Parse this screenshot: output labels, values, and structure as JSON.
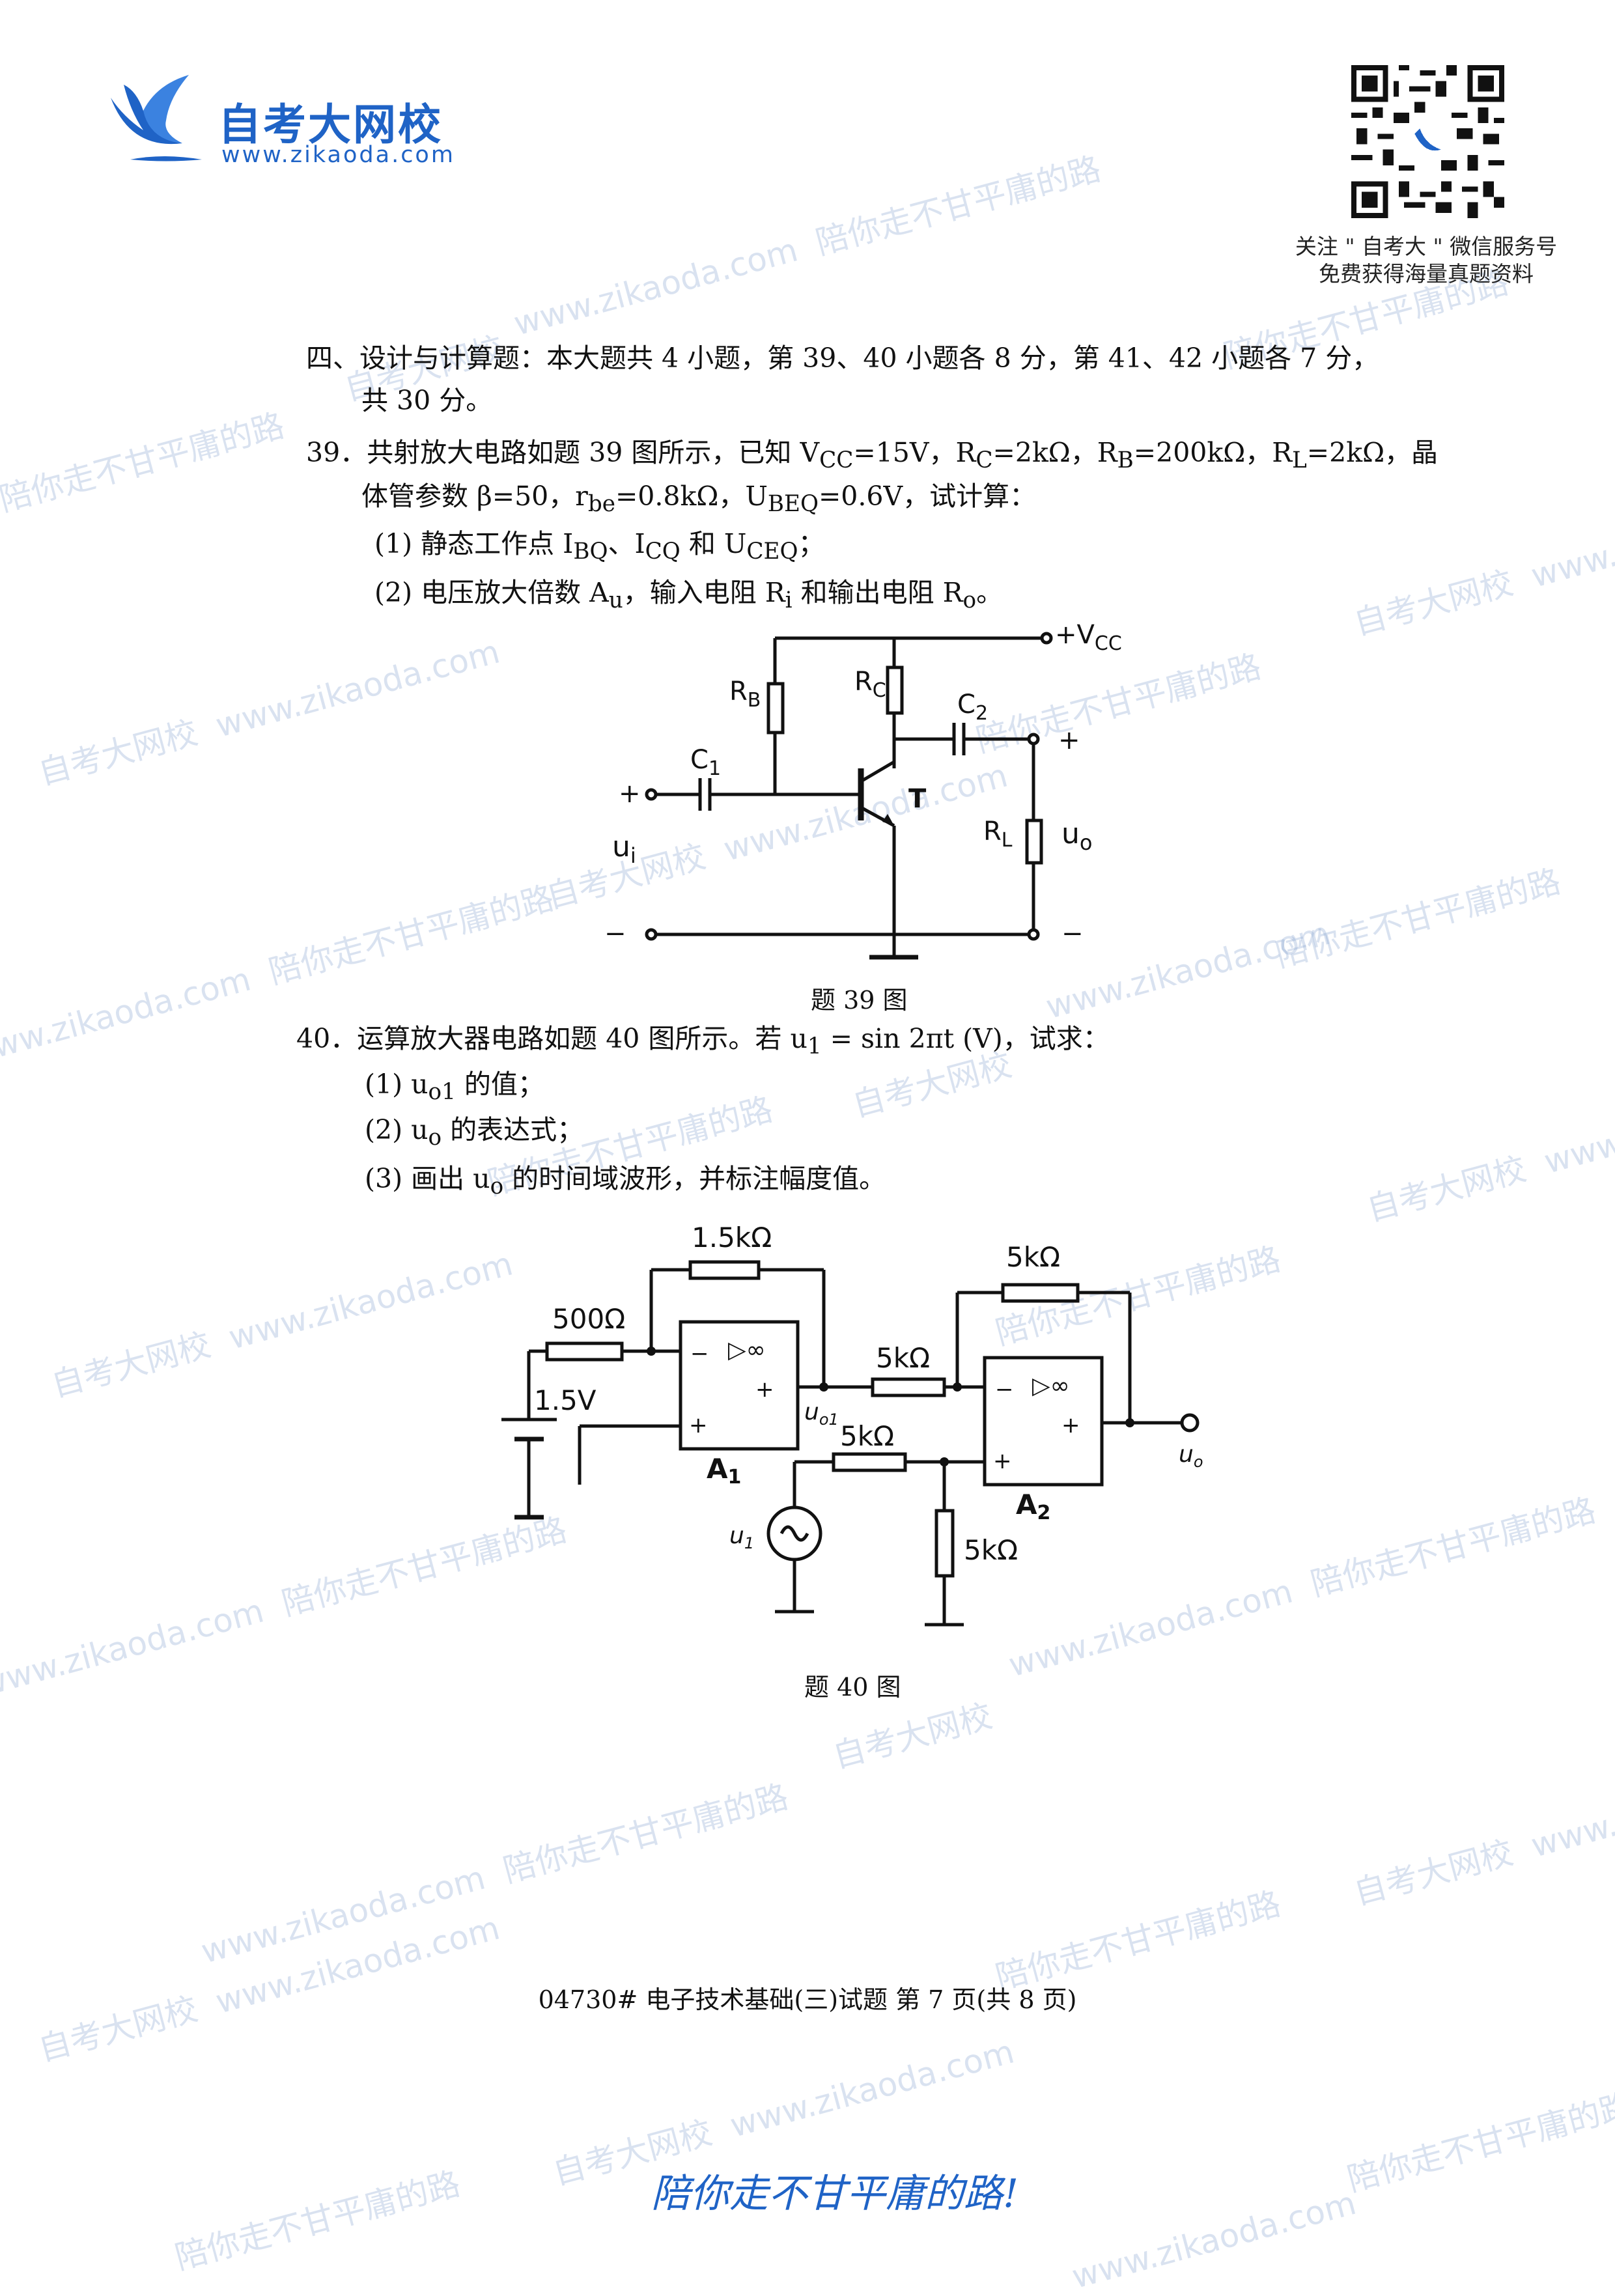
{
  "header": {
    "logo_name": "自考大网校",
    "logo_url": "www.zikaoda.com",
    "qr_caption_1": "关注 \" 自考大 \" 微信服务号",
    "qr_caption_2": "免费获得海量真题资料"
  },
  "section": {
    "heading": "四、设计与计算题：本大题共 4 小题，第 39、40 小题各 8 分，第 41、42 小题各 7 分，",
    "heading_cont": "共 30 分。"
  },
  "q39": {
    "line1": "39．共射放大电路如题 39 图所示，已知 V",
    "line1_sub": "CC",
    "line1_rest": "=15V，R",
    "line1_rest_sub": "C",
    "line1_rest2": "=2kΩ，R",
    "line1_rest2_sub": "B",
    "line1_rest3": "=200kΩ，R",
    "line1_rest3_sub": "L",
    "line1_rest4": "=2kΩ，晶",
    "line2": "体管参数 β=50，r",
    "line2_sub": "be",
    "line2_rest": "=0.8kΩ，U",
    "line2_rest_sub": "BEQ",
    "line2_rest2": "=0.6V，试计算：",
    "sub1": "(1) 静态工作点 I",
    "sub1_s1": "BQ",
    "sub1_b": "、I",
    "sub1_s2": "CQ",
    "sub1_c": " 和 U",
    "sub1_s3": "CEQ",
    "sub1_d": "；",
    "sub2": "(2) 电压放大倍数 A",
    "sub2_s1": "u",
    "sub2_b": "，输入电阻 R",
    "sub2_s2": "i",
    "sub2_c": " 和输出电阻 R",
    "sub2_s3": "o",
    "sub2_d": "。",
    "figure_caption": "题 39 图",
    "labels": {
      "vcc": "+V",
      "vcc_sub": "CC",
      "rb": "R",
      "rb_sub": "B",
      "rc": "R",
      "rc_sub": "C",
      "c1": "C",
      "c1_sub": "1",
      "c2": "C",
      "c2_sub": "2",
      "t": "T",
      "rl": "R",
      "rl_sub": "L",
      "ui": "u",
      "ui_sub": "i",
      "uo": "u",
      "uo_sub": "o",
      "plus_in": "+",
      "minus_in": "−",
      "plus_out": "+",
      "minus_out": "−"
    }
  },
  "q40": {
    "line1": "40．运算放大器电路如题 40 图所示。若 u",
    "line1_sub": "1",
    "line1_rest": " = sin 2πt  (V)，试求：",
    "sub1": "(1)  u",
    "sub1_s": "o1",
    "sub1_b": " 的值；",
    "sub2": "(2)  u",
    "sub2_s": "o",
    "sub2_b": " 的表达式；",
    "sub3": "(3)  画出 u",
    "sub3_s": "o",
    "sub3_b": " 的时间域波形，并标注幅度值。",
    "figure_caption": "题 40 图",
    "labels": {
      "r_fb1": "1.5kΩ",
      "r_in1": "500Ω",
      "battery": "1.5V",
      "amp_symbol": "▷∞",
      "a1": "A",
      "a1_sub": "1",
      "uo1": "u",
      "uo1_sub": "o1",
      "r_mid": "5kΩ",
      "r_fb2": "5kΩ",
      "a2": "A",
      "a2_sub": "2",
      "uo": "u",
      "uo_sub": "o",
      "r_in2": "5kΩ",
      "r_gnd": "5kΩ",
      "u1": "u",
      "u1_sub": "1",
      "minus": "−",
      "plus": "+"
    }
  },
  "footer": {
    "text": "04730# 电子技术基础(三)试题 第 7 页(共 8 页)",
    "slogan": "陪你走不甘平庸的路!"
  },
  "watermarks": [
    "www.zikaoda.com",
    "陪你走不甘平庸的路",
    "自考大网校"
  ],
  "colors": {
    "brand": "#1f63c6",
    "watermark": "#9fb4d8"
  }
}
